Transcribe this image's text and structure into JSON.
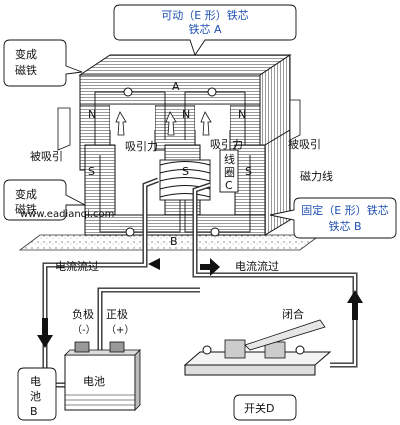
{
  "labels": {
    "movable_core_line1": "可动（E 形）铁芯",
    "movable_core_line2": "铁芯 A",
    "becomes_magnet_top_1": "变成",
    "becomes_magnet_top_2": "磁铁",
    "becomes_magnet_bottom_1": "变成",
    "becomes_magnet_bottom_2": "磁铁",
    "attracted_left_1": "被吸引",
    "attracted_right": "被吸引",
    "attraction_left": "吸引力",
    "attraction_right": "吸引力",
    "coil_1": "线",
    "coil_2": "圈",
    "coil_3": "C",
    "magnetic_lines": "磁力线",
    "fixed_core_line1": "固定（E 形）铁芯",
    "fixed_core_line2": "铁芯 B",
    "current_left": "电流流过",
    "current_right": "电流流过",
    "negative": "负极",
    "positive": "正极",
    "neg_sign": "（-）",
    "pos_sign": "（+）",
    "battery": "电池",
    "battery_side_1": "电",
    "battery_side_2": "池",
    "battery_side_3": "B",
    "closed": "闭合",
    "switch": "开关D",
    "watermark": "www.eadianqi.com",
    "point_a": "A",
    "point_b": "B",
    "pole_n_left_top": "N",
    "pole_n_center_top": "N",
    "pole_n_right_top": "N",
    "pole_s_left_bottom": "S",
    "pole_s_center_bottom": "S",
    "pole_s_right_bottom": "S"
  },
  "colors": {
    "callout_text": "#1e4fb3",
    "line": "#111111",
    "background": "#ffffff"
  }
}
